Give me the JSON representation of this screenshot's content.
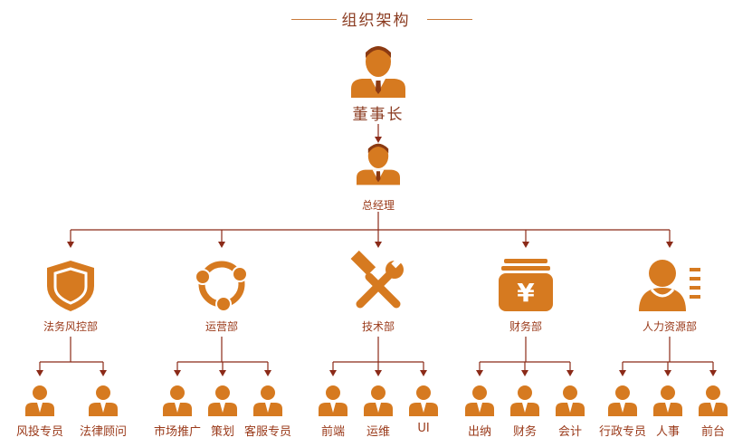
{
  "title": "组织架构",
  "chairman": {
    "label": "董事长",
    "icon": "executive-person-icon"
  },
  "general_manager": {
    "label": "总经理",
    "icon": "manager-person-icon"
  },
  "colors": {
    "accent": "#d67a20",
    "line": "#8b2a18",
    "text": "#9a3a1a"
  },
  "departments": [
    {
      "label": "法务风控部",
      "icon": "shield-icon",
      "teams": [
        {
          "label": "风投专员"
        },
        {
          "label": "法律顾问"
        }
      ]
    },
    {
      "label": "运营部",
      "icon": "cycle-icon",
      "teams": [
        {
          "label": "市场推广"
        },
        {
          "label": "策划"
        },
        {
          "label": "客服专员"
        }
      ]
    },
    {
      "label": "技术部",
      "icon": "tools-icon",
      "teams": [
        {
          "label": "前端"
        },
        {
          "label": "运维"
        },
        {
          "label": "UI"
        }
      ]
    },
    {
      "label": "财务部",
      "icon": "money-icon",
      "teams": [
        {
          "label": "出纳"
        },
        {
          "label": "财务"
        },
        {
          "label": "会计"
        }
      ]
    },
    {
      "label": "人力资源部",
      "icon": "hr-profile-icon",
      "teams": [
        {
          "label": "行政专员"
        },
        {
          "label": "人事"
        },
        {
          "label": "前台"
        }
      ]
    }
  ]
}
